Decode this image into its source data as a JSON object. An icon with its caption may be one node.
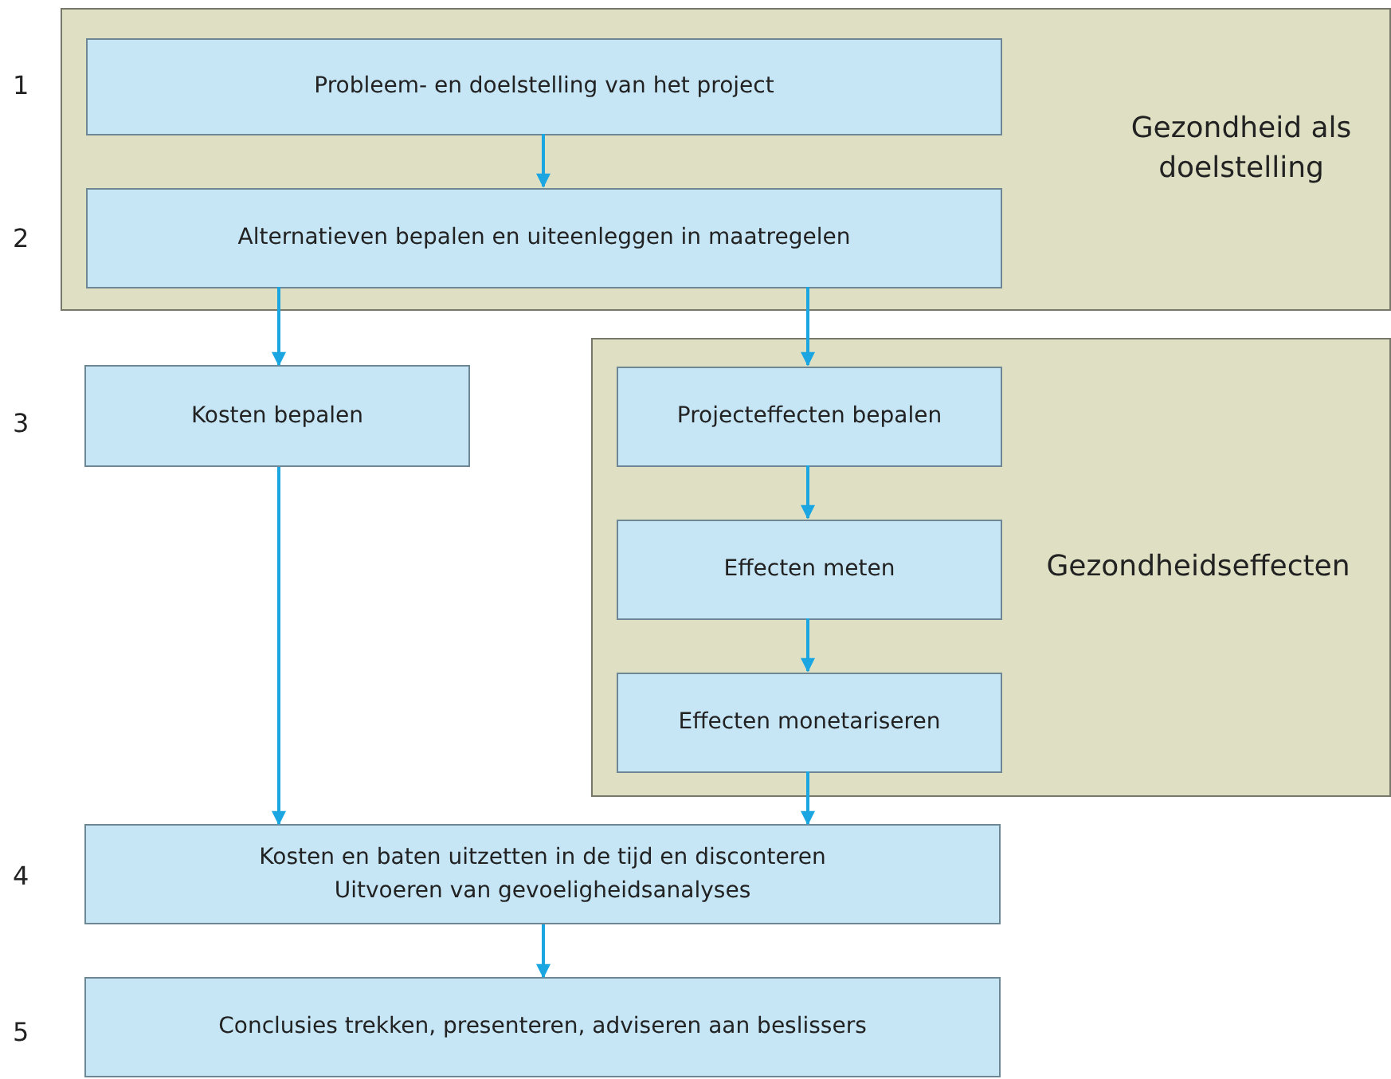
{
  "diagram": {
    "nodes": [
      {
        "text": [
          "Gezondheid als doelstelling"
        ]
      },
      {
        "text": [
          "Probleem- en doelstelling van het project"
        ],
        "in": 0
      },
      {
        "text": [
          "Alternatieven bepalen en uiteenleggen in maatregelen"
        ],
        "in": 0
      },
      {
        "text": [
          "Kosten bepalen"
        ]
      },
      {
        "text": [
          "Gezondheidseffecten"
        ]
      },
      {
        "text": [
          "Projecteffecten bepalen"
        ],
        "in": 4
      },
      {
        "text": [
          "Effecten meten"
        ],
        "in": 4
      },
      {
        "text": [
          "Effecten monetariseren"
        ],
        "in": 4
      },
      {
        "text": [
          "Kosten en baten uitzetten in de tijd en disconteren",
          "Uitvoeren van gevoeligheidsanalyses"
        ]
      },
      {
        "text": [
          "Conclusies trekken, presenteren, adviseren aan beslissers"
        ]
      }
    ],
    "edges": [
      {
        "from": 1,
        "to": 2,
        "arrow": "to"
      },
      {
        "from": 2,
        "to": 3,
        "arrow": "to"
      },
      {
        "from": 2,
        "to": 5,
        "arrow": "to"
      },
      {
        "from": 5,
        "to": 6,
        "arrow": "to"
      },
      {
        "from": 6,
        "to": 7,
        "arrow": "to"
      },
      {
        "from": 3,
        "to": 8,
        "arrow": "to"
      },
      {
        "from": 7,
        "to": 8,
        "arrow": "to"
      },
      {
        "from": 8,
        "to": 9,
        "arrow": "to"
      }
    ],
    "labels": [
      "1",
      "2",
      "3",
      "4",
      "5"
    ]
  }
}
